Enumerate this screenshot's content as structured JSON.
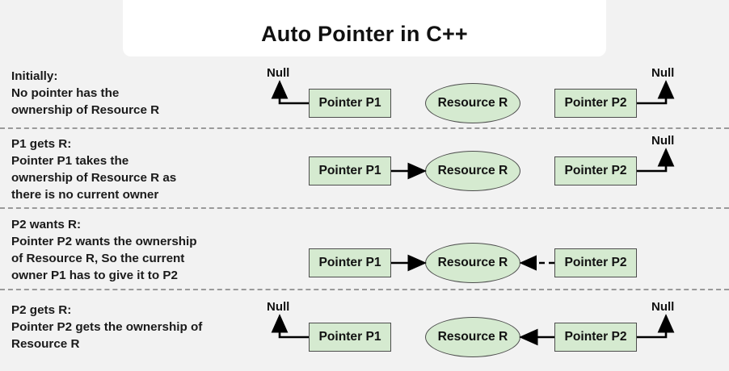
{
  "title": {
    "text": "Auto Pointer in C++"
  },
  "colors": {
    "background": "#f2f2f2",
    "card": "#ffffff",
    "node_fill": "#d5ead0",
    "node_stroke": "#4d4d4d",
    "text": "#111111",
    "separator": "#9a9a9a",
    "arrow": "#000000"
  },
  "labels": {
    "null": "Null",
    "pointer_p1": "Pointer P1",
    "pointer_p2": "Pointer P2",
    "resource_r": "Resource R"
  },
  "rows": [
    {
      "id": "initially",
      "heading": "Initially:",
      "body": "No pointer has the\nownership of Resource R",
      "text": "Initially:\nNo pointer has the\nownership of Resource R",
      "p1_target": "null-left",
      "p2_target": "null-right",
      "p1_arrow_style": "none",
      "p2_arrow_style": "none"
    },
    {
      "id": "p1-gets-r",
      "heading": "P1 gets R:",
      "body": "Pointer P1 takes the\nownership of Resource R as\nthere is no current owner",
      "text": "P1 gets R:\nPointer P1 takes the\nownership of Resource R as\nthere is no current owner",
      "p1_target": "resource",
      "p2_target": "null-right",
      "p1_arrow_style": "solid",
      "p2_arrow_style": "none"
    },
    {
      "id": "p2-wants-r",
      "heading": "P2 wants R:",
      "body": "Pointer P2 wants the ownership\nof Resource R, So the current\nowner P1 has to give it to P2",
      "text": "P2 wants R:\nPointer P2 wants the ownership\nof Resource R, So the current\nowner P1 has to give it to P2",
      "p1_target": "resource",
      "p2_target": "resource",
      "p1_arrow_style": "solid",
      "p2_arrow_style": "dashed"
    },
    {
      "id": "p2-gets-r",
      "heading": "P2 gets R:",
      "body": "Pointer P2 gets the ownership of\nResource R",
      "text": "P2 gets R:\nPointer P2 gets the ownership of\nResource R",
      "p1_target": "null-left",
      "p2_target": "resource",
      "p1_arrow_style": "none",
      "p2_arrow_style": "solid"
    }
  ]
}
